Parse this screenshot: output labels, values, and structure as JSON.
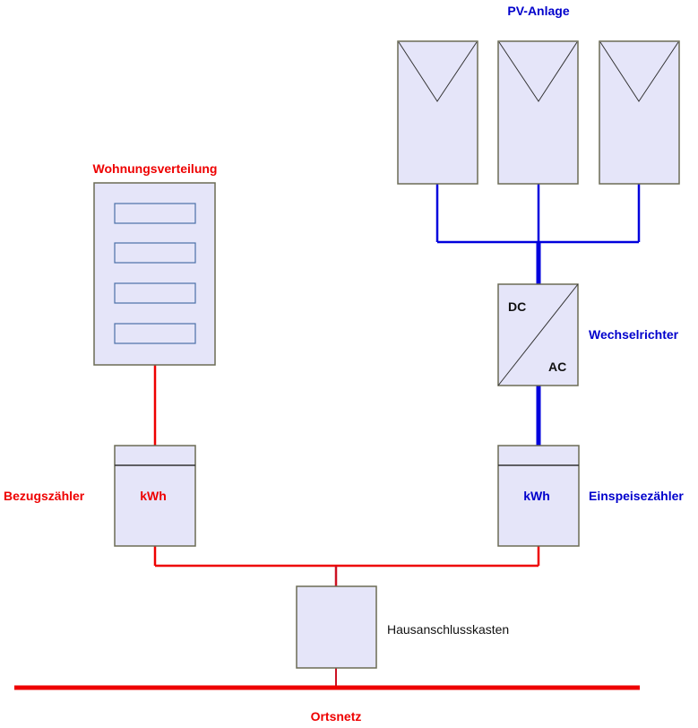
{
  "title": "PV-Anlage Anschlussschema",
  "colors": {
    "ac_line": "#ee0000",
    "dc_line": "#0000dd",
    "box_fill": "#e5e5f9",
    "box_stroke": "#6b6b55",
    "label_red": "#ee0000",
    "label_blue": "#0000cc",
    "label_black": "#111111"
  },
  "labels": {
    "pv_array": "PV-Anlage",
    "distribution_board": "Wohnungsverteilung",
    "inverter": "Wechselrichter",
    "inverter_dc": "DC",
    "inverter_ac": "AC",
    "consumption_meter": "Bezugszähler",
    "consumption_meter_unit": "kWh",
    "feed_in_meter": "Einspeisezähler",
    "feed_in_meter_unit": "kWh",
    "house_connection_box": "Hausanschlusskasten",
    "grid": "Ortsnetz"
  },
  "components": {
    "pv_modules": [
      {
        "id": "pv-module-1"
      },
      {
        "id": "pv-module-2"
      },
      {
        "id": "pv-module-3"
      }
    ],
    "distribution_board_slots": 4
  }
}
